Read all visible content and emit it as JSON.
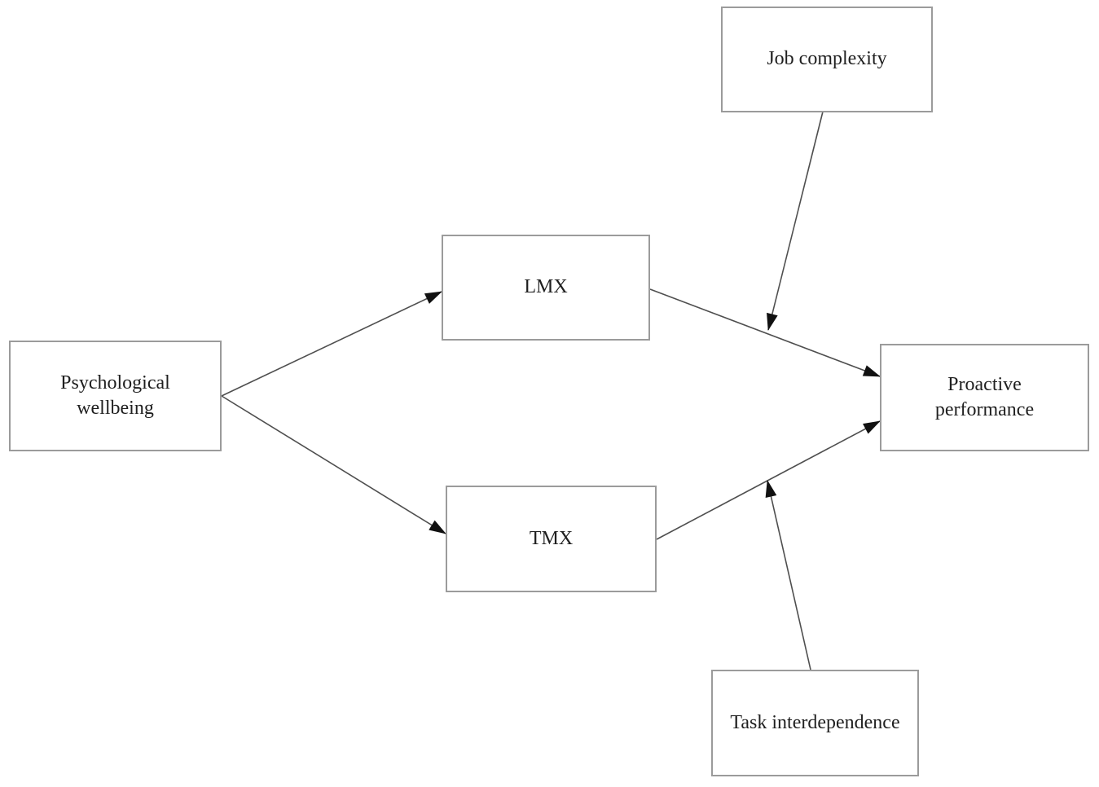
{
  "diagram": {
    "type": "conceptual-model",
    "background_color": "#ffffff",
    "box_border_color": "#9b9b9b",
    "arrow_line_color": "#4f4f4f",
    "arrowhead_color": "#111111",
    "text_color": "#1f1f1f",
    "nodes": {
      "psychological_wellbeing": {
        "label": "Psychological wellbeing"
      },
      "lmx": {
        "label": "LMX"
      },
      "tmx": {
        "label": "TMX"
      },
      "job_complexity": {
        "label": "Job complexity"
      },
      "task_interdependence": {
        "label": "Task interdependence"
      },
      "proactive_performance": {
        "label": "Proactive performance"
      }
    },
    "edges": [
      {
        "from": "psychological_wellbeing",
        "to": "lmx",
        "type": "direct"
      },
      {
        "from": "psychological_wellbeing",
        "to": "tmx",
        "type": "direct"
      },
      {
        "from": "lmx",
        "to": "proactive_performance",
        "type": "direct"
      },
      {
        "from": "tmx",
        "to": "proactive_performance",
        "type": "direct"
      },
      {
        "from": "job_complexity",
        "to": "path lmx->proactive_performance",
        "type": "moderation"
      },
      {
        "from": "task_interdependence",
        "to": "path tmx->proactive_performance",
        "type": "moderation"
      }
    ]
  }
}
